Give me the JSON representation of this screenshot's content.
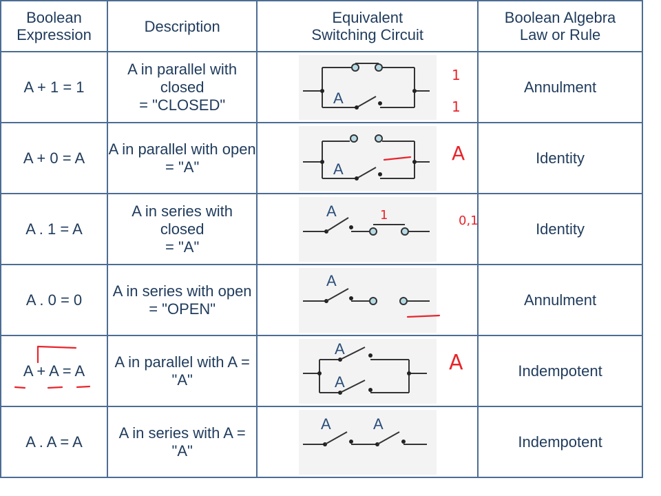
{
  "table": {
    "headers": [
      {
        "line1": "Boolean",
        "line2": "Expression"
      },
      {
        "line1": "Description",
        "line2": ""
      },
      {
        "line1": "Equivalent",
        "line2": "Switching Circuit"
      },
      {
        "line1": "Boolean Algebra",
        "line2": "Law or Rule"
      }
    ],
    "rows": [
      {
        "expression": "A + 1 = 1",
        "desc1": "A in parallel with closed",
        "desc2": "= \"CLOSED\"",
        "circuit": "parallel-closed-contact",
        "switch_label": "A",
        "law": "Annulment"
      },
      {
        "expression": "A + 0 = A",
        "desc1": "A in parallel with open",
        "desc2": "= \"A\"",
        "circuit": "parallel-open-contact",
        "switch_label": "A",
        "law": "Identity"
      },
      {
        "expression": "A . 1 = A",
        "desc1": "A in series with closed",
        "desc2": "= \"A\"",
        "circuit": "series-closed-contact",
        "switch_label": "A",
        "law": "Identity"
      },
      {
        "expression": "A . 0 = 0",
        "desc1": "A in series with open",
        "desc2": "= \"OPEN\"",
        "circuit": "series-open-contact",
        "switch_label": "A",
        "law": "Annulment"
      },
      {
        "expression": "A + A = A",
        "desc1": "A in parallel with A = \"A\"",
        "desc2": "",
        "circuit": "parallel-two-switches",
        "switch_label": "A",
        "law": "Indempotent"
      },
      {
        "expression": "A . A = A",
        "desc1": "A in series with A = \"A\"",
        "desc2": "",
        "circuit": "series-two-switches",
        "switch_label": "A",
        "law": "Indempotent"
      }
    ]
  },
  "annotations": {
    "row1": [
      "1",
      "1"
    ],
    "row2": [
      "A"
    ],
    "row3": [
      "1",
      "0,1"
    ],
    "row5": [
      "A"
    ]
  },
  "colors": {
    "text": "#1f3b5c",
    "border": "#4c6c93",
    "annotation": "#e8242b",
    "contact": "#b7dce6"
  }
}
